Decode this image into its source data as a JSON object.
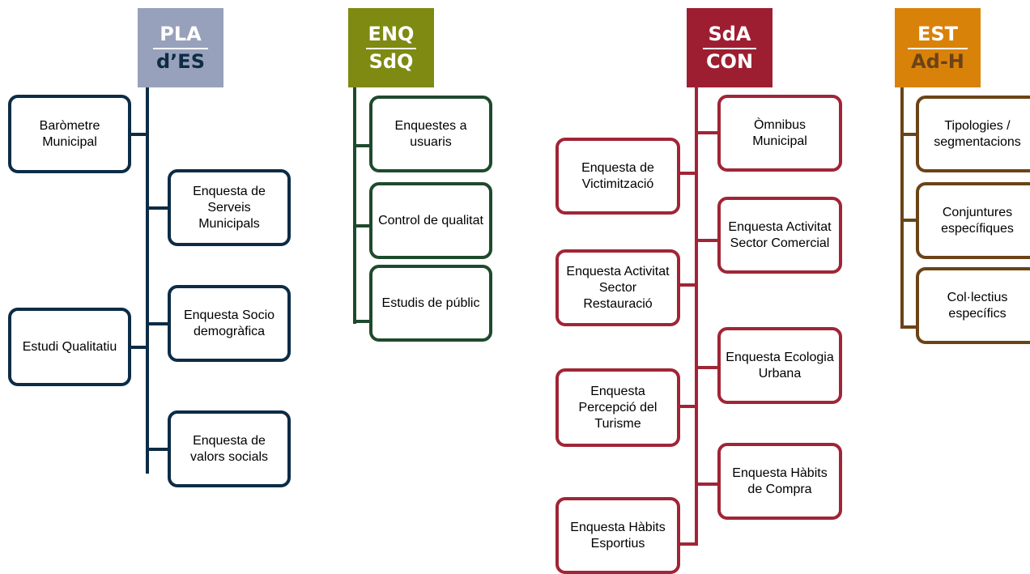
{
  "colors": {
    "col1_header": "#98a1bb",
    "col1_line": "#0d2c45",
    "col2_header": "#7e8a12",
    "col2_line": "#1f4a2d",
    "col3_header": "#9e1e31",
    "col3_line": "#a02536",
    "col4_header": "#d9820a",
    "col4_line": "#6b4316"
  },
  "columns": [
    {
      "header": {
        "line1": "PLA",
        "line2": "d’ES"
      },
      "boxes": [
        "Baròmetre Municipal",
        "Enquesta de Serveis Municipals",
        "Estudi Qualitatiu",
        "Enquesta Socio demogràfica",
        "Enquesta de valors socials"
      ]
    },
    {
      "header": {
        "line1": "ENQ",
        "line2": "SdQ"
      },
      "boxes": [
        "Enquestes a usuaris",
        "Control de qualitat",
        "Estudis de públic"
      ]
    },
    {
      "header": {
        "line1": "SdA",
        "line2": "CON"
      },
      "boxes": [
        "Òmnibus Municipal",
        "Enquesta de Victimització",
        "Enquesta Activitat Sector Comercial",
        "Enquesta Activitat Sector Restauració",
        "Enquesta Ecologia Urbana",
        "Enquesta Percepció del Turisme",
        "Enquesta Hàbits de Compra",
        "Enquesta Hàbits Esportius"
      ]
    },
    {
      "header": {
        "line1": "EST",
        "line2": "Ad-H"
      },
      "boxes": [
        "Tipologies / segmentacions",
        "Conjuntures específiques",
        "Col·lectius específics"
      ]
    }
  ]
}
